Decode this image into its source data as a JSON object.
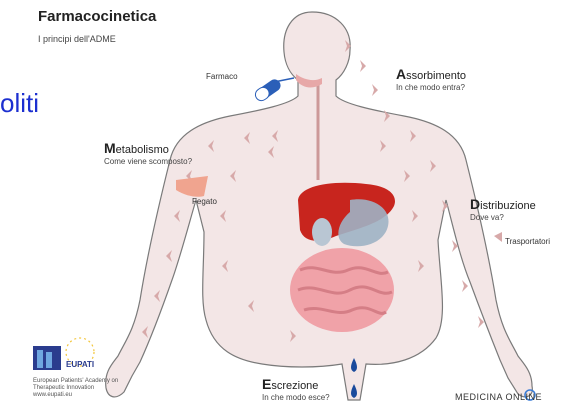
{
  "header": {
    "title": "Farmacocinetica",
    "subtitle": "I principi dell'ADME"
  },
  "partial_text": "oliti",
  "labels": {
    "farmaco": "Farmaco",
    "assorbimento": {
      "initial": "A",
      "rest": "ssorbimento",
      "question": "In che modo entra?"
    },
    "metabolismo": {
      "initial": "M",
      "rest": "etabolismo",
      "question": "Come viene scomposto?"
    },
    "fegato": "Fegato",
    "distribuzione": {
      "initial": "D",
      "rest": "istribuzione",
      "question": "Dove va?"
    },
    "trasportatori": "Trasportatori",
    "escrezione": {
      "initial": "E",
      "rest": "screzione",
      "question": "In che modo esce?"
    }
  },
  "logos": {
    "eupati_name": "EUPATI",
    "eupati_caption": "European Patients' Academy on Therapeutic Innovation www.eupati.eu",
    "brand": "MEDICINA ONLINE"
  },
  "colors": {
    "body_fill": "#f3e6e6",
    "body_outline": "#7a7a7a",
    "arrow": "#d7a9a9",
    "liver": "#c8251e",
    "stomach": "#9fb2c4",
    "intestine": "#f0a2a8",
    "capsule": "#2b5fb8",
    "drop": "#1a4a9c",
    "partial_text": "#1c2fd0"
  }
}
